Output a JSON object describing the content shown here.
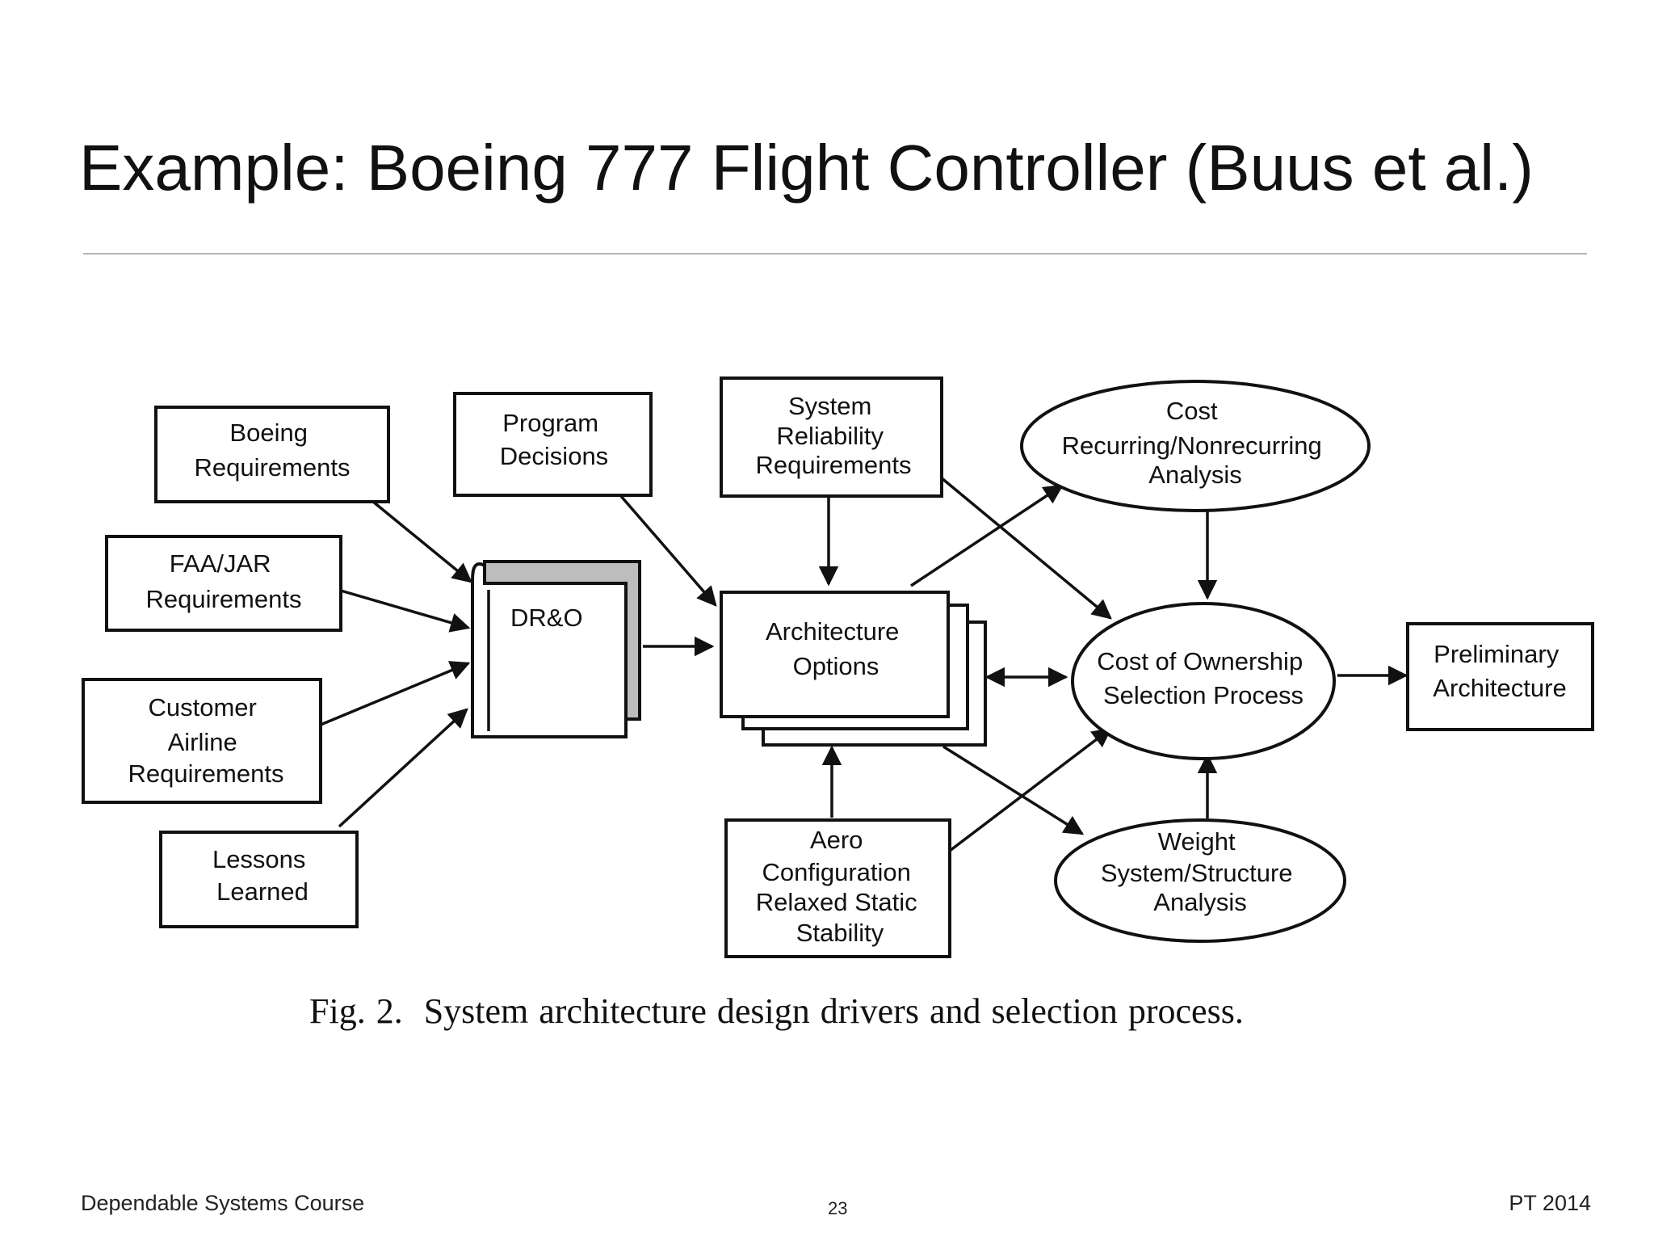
{
  "slide": {
    "title": "Example: Boeing 777 Flight Controller (Buus et al.)"
  },
  "figure": {
    "caption_label": "Fig. 2.",
    "caption_text": "System architecture design drivers and selection process.",
    "nodes": {
      "boeing_requirements": [
        "Boeing",
        "Requirements"
      ],
      "faa_jar_requirements": [
        "FAA/JAR",
        "Requirements"
      ],
      "customer_airline_requirements": [
        "Customer",
        "Airline",
        "Requirements"
      ],
      "lessons_learned": [
        "Lessons",
        "Learned"
      ],
      "program_decisions": [
        "Program",
        "Decisions"
      ],
      "dr_and_o": [
        "DR&O"
      ],
      "system_reliability_requirements": [
        "System",
        "Reliability",
        "Requirements"
      ],
      "architecture_options": [
        "Architecture",
        "Options"
      ],
      "aero_configuration": [
        "Aero",
        "Configuration",
        "Relaxed Static",
        "Stability"
      ],
      "cost_analysis": [
        "Cost",
        "Recurring/Nonrecurring",
        "Analysis"
      ],
      "cost_of_ownership": [
        "Cost of Ownership",
        "Selection Process"
      ],
      "weight_analysis": [
        "Weight",
        "System/Structure",
        "Analysis"
      ],
      "preliminary_architecture": [
        "Preliminary",
        "Architecture"
      ]
    }
  },
  "footer": {
    "left": "Dependable Systems Course",
    "page": "23",
    "right": "PT 2014"
  }
}
